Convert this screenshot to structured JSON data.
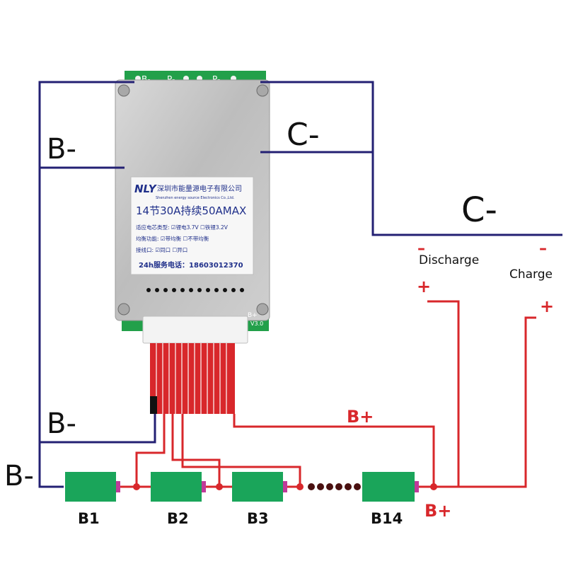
{
  "colors": {
    "negative_wire": "#232073",
    "positive_wire": "#d8272b",
    "cell_fill": "#1aa55a",
    "cell_terminal": "#c03a9a",
    "board_plate": "#c9c9c9",
    "pcb": "#22a04a",
    "label_text": "#111111",
    "plus_minus_text": "#d8272b"
  },
  "labels": {
    "b_minus_top": "B-",
    "c_minus_board": "C-",
    "c_minus_right": "C-",
    "b_minus_mid": "B-",
    "b_minus_bottom": "B-",
    "b_plus_wire": "B+",
    "b_plus_bottom": "B+",
    "discharge": "Discharge",
    "charge": "Charge",
    "discharge_minus": "–",
    "discharge_plus": "+",
    "charge_minus": "–",
    "charge_plus": "+"
  },
  "board": {
    "brand": "NLY",
    "company_cn": "深圳市能量源电子有限公司",
    "company_en": "Shenzhen energy source Electronics Co.,Ltd.",
    "spec_line": "14节30A持续50AMAX",
    "row1": "适应电芯类型: ☑锂电3.7V  ☐铁锂3.2V",
    "row2": "均衡功能: ☑带均衡  ☐不带均衡",
    "row3": "接线口: ☑同口  ☐异口",
    "service": "24h服务电话：18603012370",
    "pad_labels": [
      "B-",
      "P-",
      "P-"
    ],
    "connector_label": "B+",
    "version": "V3.0"
  },
  "cells": [
    {
      "label": "B1"
    },
    {
      "label": "B2"
    },
    {
      "label": "B3"
    },
    {
      "label": "B14"
    }
  ]
}
